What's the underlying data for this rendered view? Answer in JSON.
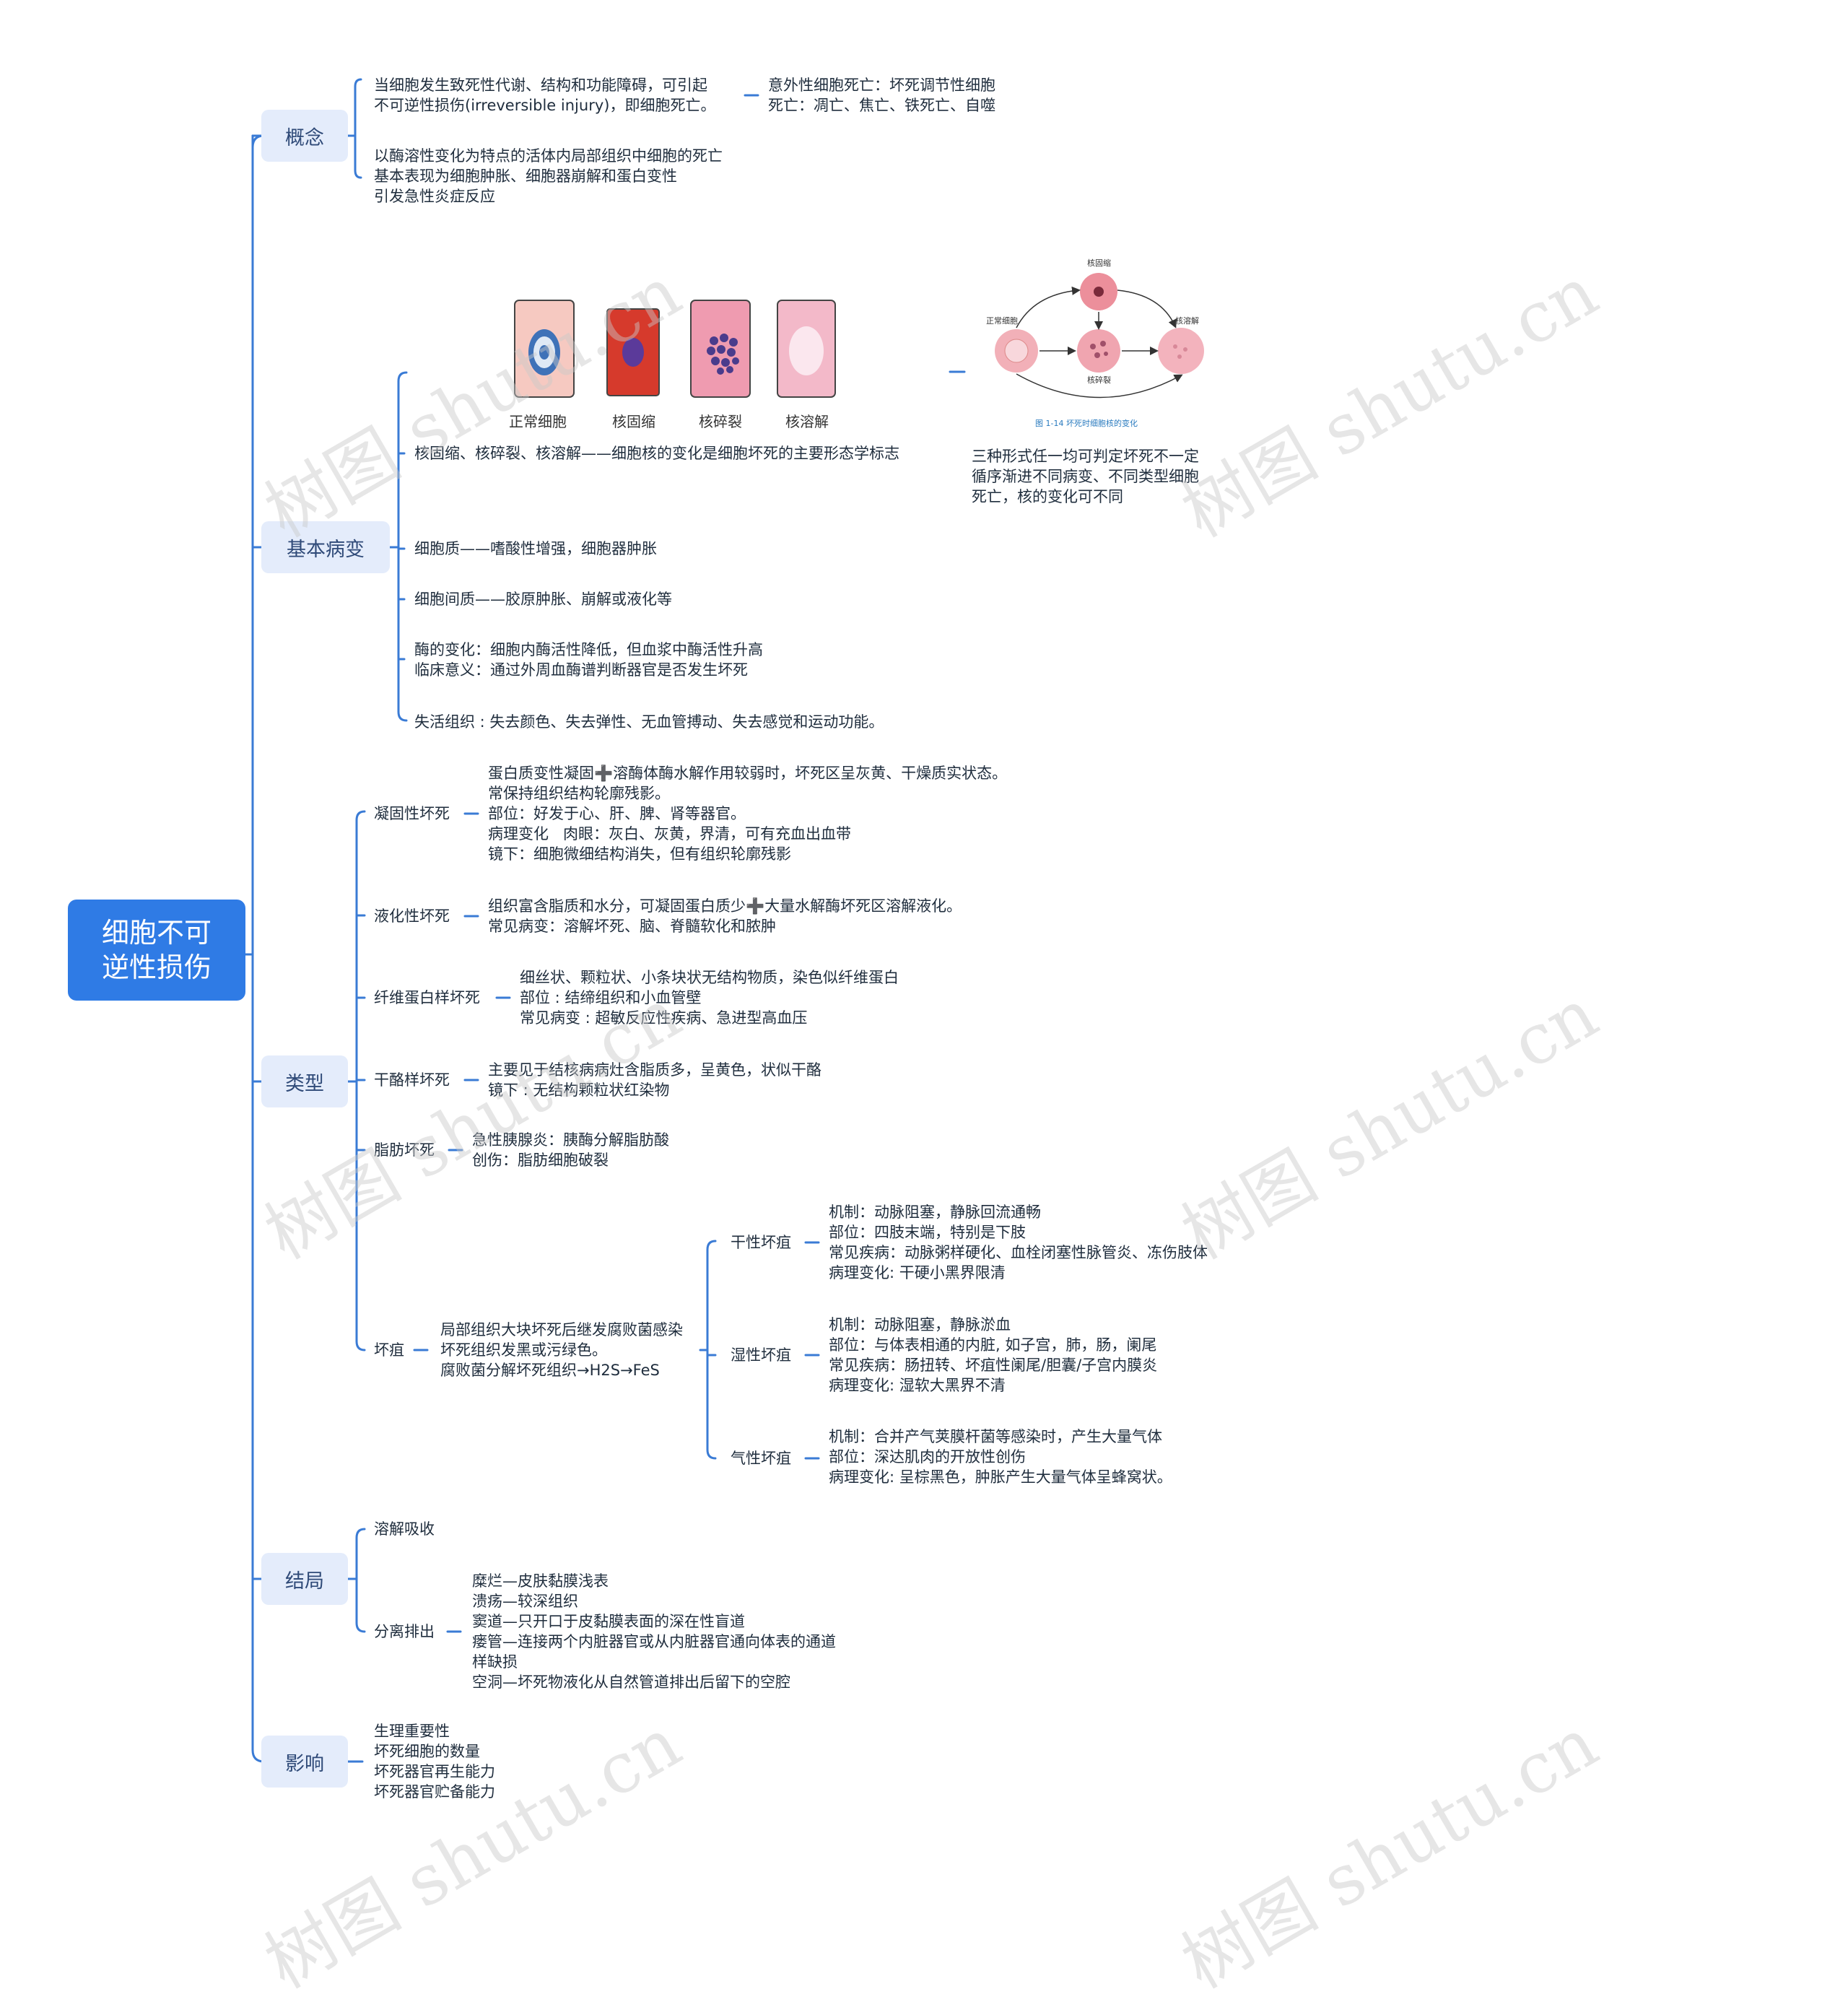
{
  "root": {
    "label": "细胞不可\n逆性损伤"
  },
  "branches": {
    "concept": {
      "label": "概念",
      "item1": "当细胞发生致死性代谢、结构和功能障碍，可引起\n不可逆性损伤(irreversible injury)，即细胞死亡。",
      "item1_child": "意外性细胞死亡：坏死调节性细胞\n死亡：凋亡、焦亡、铁死亡、自噬",
      "item2": "以酶溶性变化为特点的活体内局部组织中细胞的死亡\n基本表现为细胞肿胀、细胞器崩解和蛋白变性\n引发急性炎症反应"
    },
    "basic": {
      "label": "基本病变",
      "fig_captions": [
        "正常细胞",
        "核固缩",
        "核碎裂",
        "核溶解"
      ],
      "nucleus": "核固缩、核碎裂、核溶解——细胞核的变化是细胞坏死的主要形态学标志",
      "fig2_labels": {
        "top": "核固缩",
        "left": "正常细胞",
        "right": "核溶解",
        "bottom": "核碎裂",
        "caption": "图 1-14  坏死时细胞核的变化"
      },
      "note": "三种形式任一均可判定坏死不一定\n循序渐进不同病变、不同类型细胞\n死亡，核的变化可不同",
      "cytoplasm": "细胞质——嗜酸性增强，细胞器肿胀",
      "interstitium": "细胞间质——胶原肿胀、崩解或液化等",
      "enzyme": "酶的变化：细胞内酶活性降低，但血浆中酶活性升高\n临床意义：通过外周血酶谱判断器官是否发生坏死",
      "devitalized": "失活组织 : 失去颜色、失去弹性、无血管搏动、失去感觉和运动功能。"
    },
    "types": {
      "label": "类型",
      "coagulative": {
        "label": "凝固性坏死",
        "text": "蛋白质变性凝固➕溶酶体酶水解作用较弱时，坏死区呈灰黄、干燥质实状态。\n常保持组织结构轮廓残影。\n部位：好发于心、肝、脾、肾等器官。\n病理变化   肉眼：灰白、灰黄，界清，可有充血出血带\n镜下：细胞微细结构消失，但有组织轮廓残影"
      },
      "liquefactive": {
        "label": "液化性坏死",
        "text": "组织富含脂质和水分，可凝固蛋白质少➕大量水解酶坏死区溶解液化。\n常见病变：溶解坏死、脑、脊髓软化和脓肿"
      },
      "fibrinoid": {
        "label": "纤维蛋白样坏死",
        "text": "细丝状、颗粒状、小条块状无结构物质，染色似纤维蛋白\n部位 : 结缔组织和小血管壁\n常见病变 : 超敏反应性疾病、急进型高血压"
      },
      "caseous": {
        "label": "干酪样坏死",
        "text": "主要见于结核病病灶含脂质多，呈黄色，状似干酪\n镜下 : 无结构颗粒状红染物"
      },
      "fat": {
        "label": "脂肪坏死",
        "text": "急性胰腺炎：胰酶分解脂肪酸\n创伤：脂肪细胞破裂"
      },
      "gangrene": {
        "label": "坏疽",
        "text": "局部组织大块坏死后继发腐败菌感染\n坏死组织发黑或污绿色。\n腐败菌分解坏死组织→H2S→FeS",
        "dry": {
          "label": "干性坏疽",
          "text": "机制：动脉阻塞，静脉回流通畅\n部位：四肢末端，特别是下肢\n常见疾病：动脉粥样硬化、血栓闭塞性脉管炎、冻伤肢体\n病理变化: 干硬小黑界限清"
        },
        "wet": {
          "label": "湿性坏疽",
          "text": "机制：动脉阻塞，静脉淤血\n部位：与体表相通的内脏, 如子宫，肺，肠，阑尾\n常见疾病：肠扭转、坏疽性阑尾/胆囊/子宫内膜炎\n病理变化: 湿软大黑界不清"
        },
        "gas": {
          "label": "气性坏疽",
          "text": "机制：合并产气荚膜杆菌等感染时，产生大量气体\n部位：深达肌肉的开放性创伤\n病理变化: 呈棕黑色，肿胀产生大量气体呈蜂窝状。"
        }
      }
    },
    "outcome": {
      "label": "结局",
      "absorb": "溶解吸收",
      "separate": {
        "label": "分离排出",
        "text": "糜烂—皮肤黏膜浅表\n溃疡—较深组织\n窦道—只开口于皮黏膜表面的深在性盲道\n瘘管—连接两个内脏器官或从内脏器官通向体表的通道\n样缺损\n空洞—坏死物液化从自然管道排出后留下的空腔"
      }
    },
    "impact": {
      "label": "影响",
      "text": "生理重要性\n坏死细胞的数量\n坏死器官再生能力\n坏死器官贮备能力"
    }
  },
  "watermark": "树图 shutu.cn",
  "colors": {
    "line": "#3a7bd5",
    "root_bg": "#2f7be5",
    "branch_bg": "#e4ecfb",
    "branch_text": "#2f4a78"
  }
}
